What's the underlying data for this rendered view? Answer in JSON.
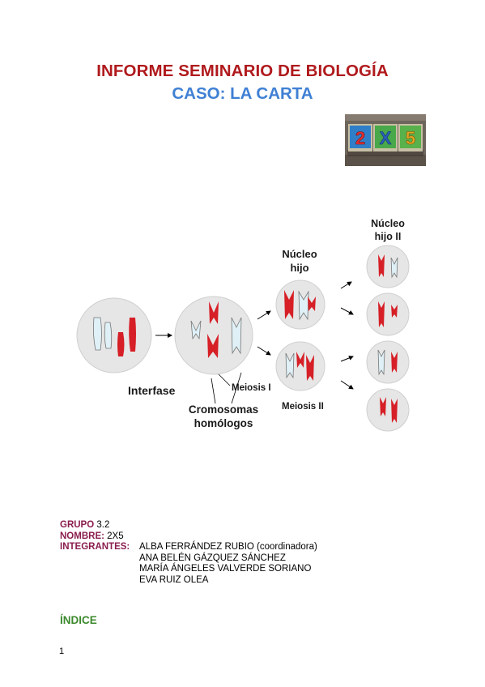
{
  "title_line1": "INFORME SEMINARIO DE BIOLOGÍA",
  "title_line2": "CASO: LA CARTA",
  "logo_blocks": [
    "2",
    "X",
    "5"
  ],
  "diagram": {
    "label_nucleo_hijo": [
      "Núcleo",
      "hijo"
    ],
    "label_nucleo_hijo2": [
      "Núcleo",
      "hijo II"
    ],
    "label_interfase": "Interfase",
    "label_meiosis1": "Meiosis I",
    "label_meiosis2": "Meiosis II",
    "label_cromosomas": [
      "Cromosomas",
      "homólogos"
    ],
    "colors": {
      "red": "#d61f26",
      "light": "#dff0f6",
      "cell": "#e6e6e6"
    }
  },
  "info": {
    "grupo_label": "GRUPO",
    "grupo_value": "3.2",
    "nombre_label": "NOMBRE:",
    "nombre_value": "2X5",
    "integrantes_label": "INTEGRANTES:",
    "integrantes": [
      "ALBA FERRÁNDEZ RUBIO (coordinadora)",
      "ANA BELÉN GÁZQUEZ SÁNCHEZ",
      "MARÍA ÁNGELES VALVERDE SORIANO",
      "EVA RUIZ OLEA"
    ]
  },
  "indice_label": "ÍNDICE",
  "page_number": "1"
}
